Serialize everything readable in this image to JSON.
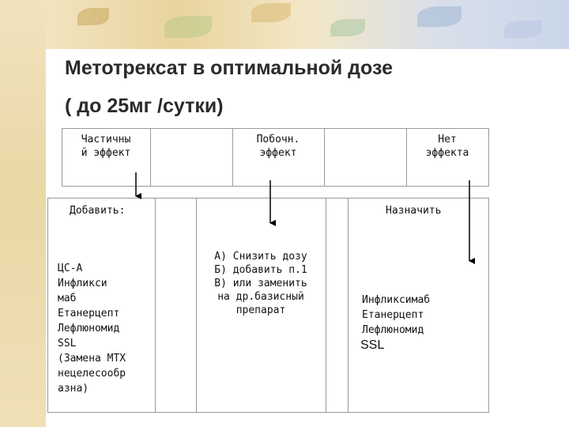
{
  "title": {
    "line1": "Метотрексат в оптимальной дозе",
    "line2": "( до 25мг /сутки)"
  },
  "header_row": {
    "partial": "Частичны\nй эффект",
    "side": "Побочн.\nэффект",
    "none": "Нет\nэффекта"
  },
  "partial_effect": {
    "label": "Добавить:",
    "drugs": "ЦС-А\nИнфликси\nмаб\nЕтанерцепт\nЛефлюномид\nSSL\n(Замена МТХ\nнецелесообр\nазна)"
  },
  "side_effect": {
    "actions": "А) Снизить дозу\nБ) добавить п.1\nВ) или заменить\nна др.базисный\nпрепарат"
  },
  "no_effect": {
    "label": "Назначить",
    "drugs": "Инфликсимаб\nЕтанерцепт\n     Лефлюномид",
    "last": "SSL"
  },
  "colors": {
    "line": "#9a9a9a",
    "arrow": "#000000",
    "text": "#111111"
  }
}
